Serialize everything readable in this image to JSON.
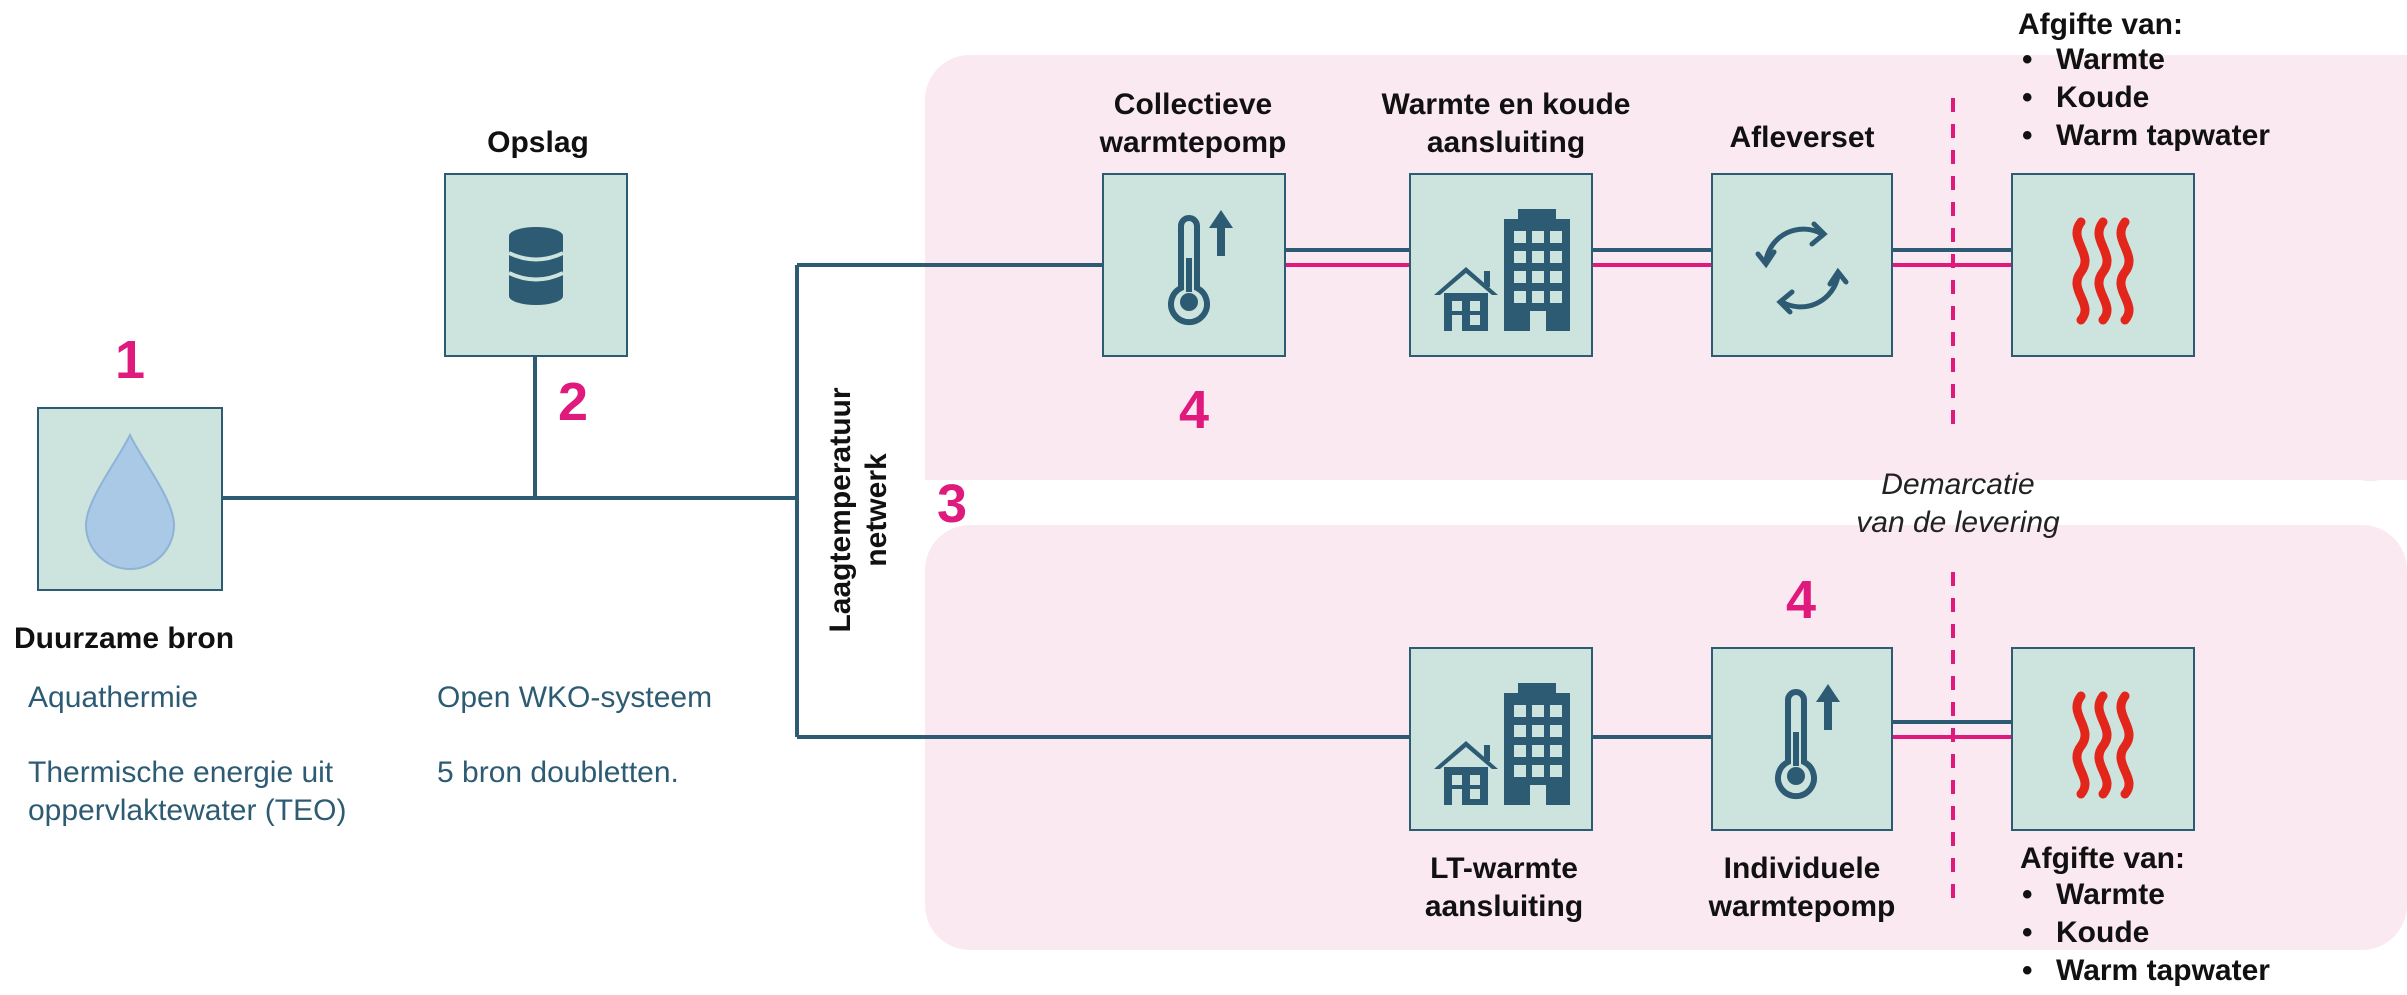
{
  "colors": {
    "zone_fill": "#fbe9f1",
    "box_fill": "#cde3de",
    "box_stroke": "#2d5b73",
    "pipe": "#2d5b73",
    "pink_pipe": "#e0197d",
    "number": "#e0197d",
    "heat_icon": "#e3261c",
    "drop": "#a9c9e6"
  },
  "source": {
    "title": "Duurzame bron",
    "number": "1",
    "line1": "Aquathermie",
    "line2a": "Thermische energie uit",
    "line2b": "oppervlaktewater (TEO)"
  },
  "storage": {
    "title": "Opslag",
    "number": "2",
    "line1": "Open WKO-systeem",
    "line2": "5 bron doubletten."
  },
  "network": {
    "label_line1": "Laagtemperatuur",
    "label_line2": "netwerk",
    "number": "3"
  },
  "top_row": {
    "heatpump_l1": "Collectieve",
    "heatpump_l2": "warmtepomp",
    "heatpump_number": "4",
    "connection_l1": "Warmte en koude",
    "connection_l2": "aansluiting",
    "delivery_set": "Afleverset",
    "output_title": "Afgifte van:",
    "output_items": [
      "Warmte",
      "Koude",
      "Warm tapwater"
    ]
  },
  "demarcation": {
    "line1": "Demarcatie",
    "line2": "van de levering"
  },
  "bottom_row": {
    "connection_l1": "LT-warmte",
    "connection_l2": "aansluiting",
    "heatpump_l1": "Individuele",
    "heatpump_l2": "warmtepomp",
    "heatpump_number": "4",
    "output_title": "Afgifte van:",
    "output_items": [
      "Warmte",
      "Koude",
      "Warm tapwater"
    ]
  },
  "bullet": "•",
  "icons": [
    "water-drop-icon",
    "database-icon",
    "thermometer-arrow-icon",
    "house-building-icon",
    "cycle-arrows-icon",
    "heat-waves-icon"
  ]
}
